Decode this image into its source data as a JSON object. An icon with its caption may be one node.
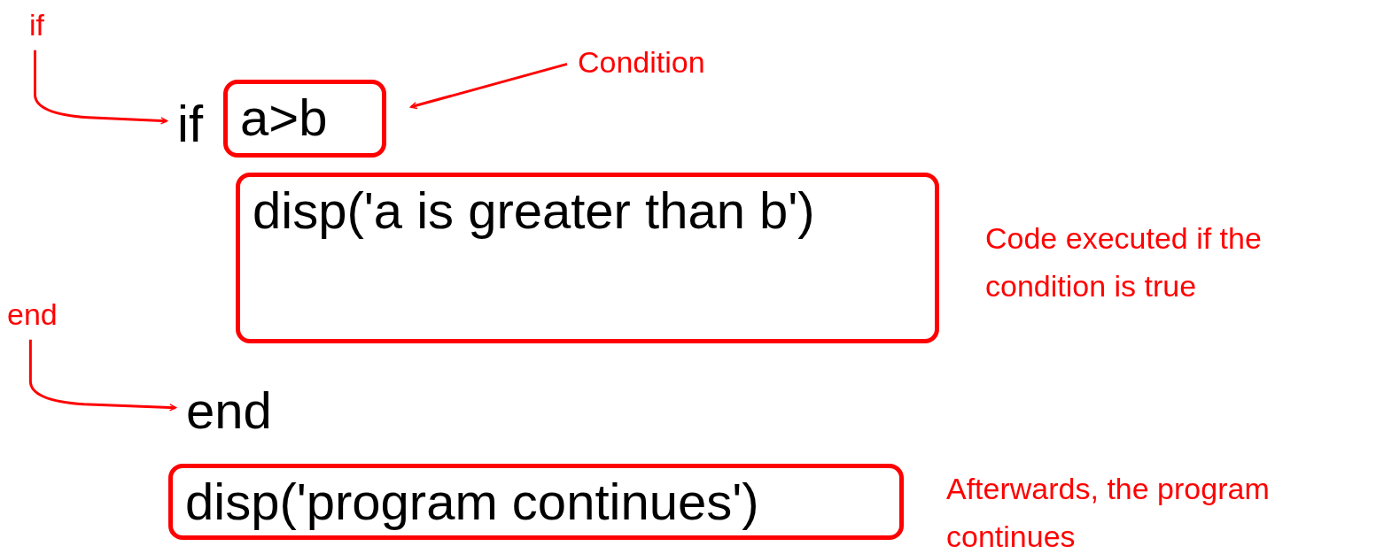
{
  "diagram": {
    "nodes": [
      {
        "text": [
          "if"
        ]
      },
      {
        "text": [
          "if"
        ]
      },
      {
        "text": [
          "a>b"
        ]
      },
      {
        "text": [
          "Condition"
        ]
      },
      {
        "text": [
          "disp('a is greater than b')"
        ]
      },
      {
        "text": [
          "end"
        ]
      },
      {
        "text": [
          "end"
        ]
      },
      {
        "text": [
          "disp('program continues')"
        ]
      }
    ],
    "edges": [
      {
        "from": 0,
        "to": 1,
        "arrow": "to"
      },
      {
        "from": 3,
        "to": 2,
        "arrow": "to"
      },
      {
        "from": 5,
        "to": 6,
        "arrow": "to"
      }
    ],
    "labels": [
      "Code executed if the condition is true",
      "Afterwards, the program continues"
    ]
  }
}
